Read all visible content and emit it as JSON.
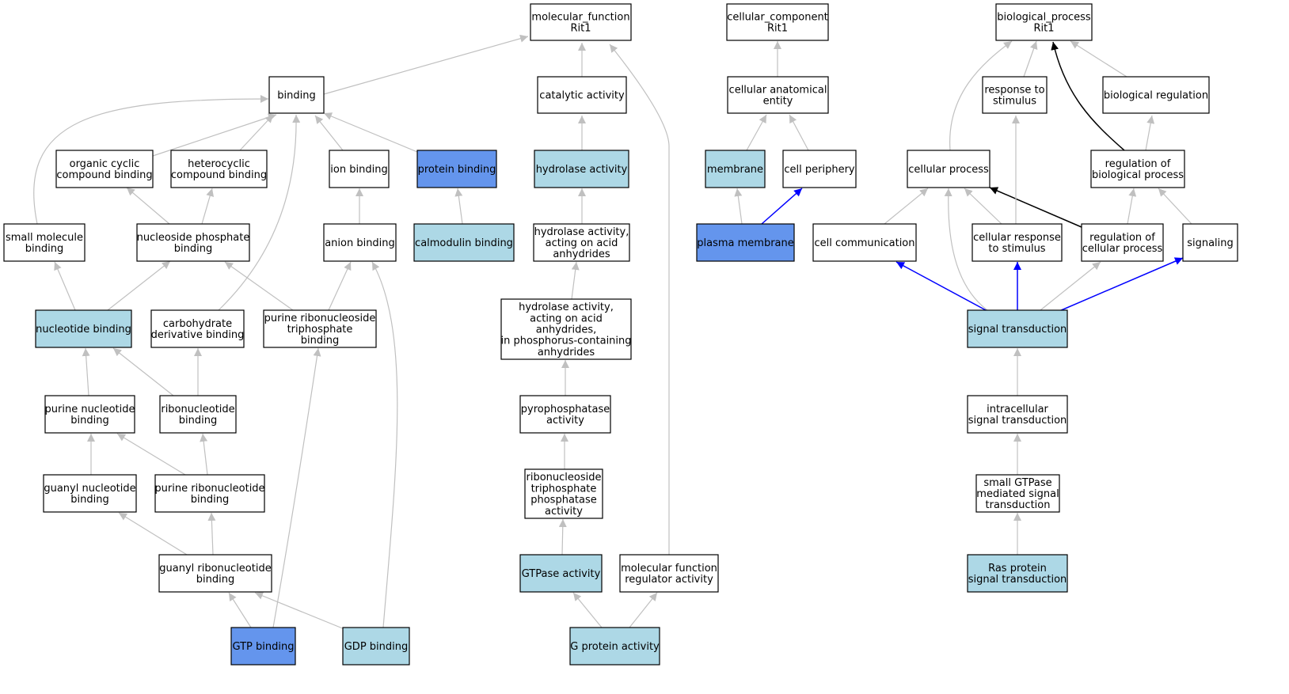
{
  "colors": {
    "white": "#ffffff",
    "light": "#add8e6",
    "strong": "#6495ed",
    "edge_gray": "#c0c0c0",
    "edge_blue": "#0000ff",
    "edge_black": "#000000"
  },
  "nodes": [
    {
      "id": "mf_root",
      "lines": [
        "molecular_function",
        "Rit1"
      ],
      "fill": "white"
    },
    {
      "id": "binding",
      "lines": [
        "binding"
      ],
      "fill": "white"
    },
    {
      "id": "catalytic",
      "lines": [
        "catalytic activity"
      ],
      "fill": "white"
    },
    {
      "id": "organic_cyclic",
      "lines": [
        "organic cyclic",
        "compound binding"
      ],
      "fill": "white"
    },
    {
      "id": "heterocyclic",
      "lines": [
        "heterocyclic",
        "compound binding"
      ],
      "fill": "white"
    },
    {
      "id": "ion_binding",
      "lines": [
        "ion binding"
      ],
      "fill": "white"
    },
    {
      "id": "protein_binding",
      "lines": [
        "protein binding"
      ],
      "fill": "strong"
    },
    {
      "id": "hydrolase",
      "lines": [
        "hydrolase activity"
      ],
      "fill": "light"
    },
    {
      "id": "small_molecule",
      "lines": [
        "small molecule",
        "binding"
      ],
      "fill": "white"
    },
    {
      "id": "nucleoside_phosphate",
      "lines": [
        "nucleoside phosphate",
        "binding"
      ],
      "fill": "white"
    },
    {
      "id": "anion_binding",
      "lines": [
        "anion binding"
      ],
      "fill": "white"
    },
    {
      "id": "calmodulin",
      "lines": [
        "calmodulin binding"
      ],
      "fill": "light"
    },
    {
      "id": "hydrolase_acid",
      "lines": [
        "hydrolase activity,",
        "acting on acid",
        "anhydrides"
      ],
      "fill": "white"
    },
    {
      "id": "nucleotide_binding",
      "lines": [
        "nucleotide binding"
      ],
      "fill": "light"
    },
    {
      "id": "carbohydrate",
      "lines": [
        "carbohydrate",
        "derivative binding"
      ],
      "fill": "white"
    },
    {
      "id": "purine_rntp",
      "lines": [
        "purine ribonucleoside",
        "triphosphate",
        "binding"
      ],
      "fill": "white"
    },
    {
      "id": "hydrolase_phos",
      "lines": [
        "hydrolase activity,",
        "acting on acid",
        "anhydrides,",
        "in phosphorus-containing",
        "anhydrides"
      ],
      "fill": "white"
    },
    {
      "id": "purine_nucleotide",
      "lines": [
        "purine nucleotide",
        "binding"
      ],
      "fill": "white"
    },
    {
      "id": "ribonucleotide",
      "lines": [
        "ribonucleotide",
        "binding"
      ],
      "fill": "white"
    },
    {
      "id": "pyrophosphatase",
      "lines": [
        "pyrophosphatase",
        "activity"
      ],
      "fill": "white"
    },
    {
      "id": "guanyl_nucleotide",
      "lines": [
        "guanyl nucleotide",
        "binding"
      ],
      "fill": "white"
    },
    {
      "id": "purine_ribonucleotide",
      "lines": [
        "purine ribonucleotide",
        "binding"
      ],
      "fill": "white"
    },
    {
      "id": "rntp_phosphatase",
      "lines": [
        "ribonucleoside",
        "triphosphate",
        "phosphatase",
        "activity"
      ],
      "fill": "white"
    },
    {
      "id": "guanyl_ribonucleotide",
      "lines": [
        "guanyl ribonucleotide",
        "binding"
      ],
      "fill": "white"
    },
    {
      "id": "gtpase",
      "lines": [
        "GTPase activity"
      ],
      "fill": "light"
    },
    {
      "id": "mf_regulator",
      "lines": [
        "molecular function",
        "regulator activity"
      ],
      "fill": "white"
    },
    {
      "id": "gtp_binding",
      "lines": [
        "GTP binding"
      ],
      "fill": "strong"
    },
    {
      "id": "gdp_binding",
      "lines": [
        "GDP binding"
      ],
      "fill": "light"
    },
    {
      "id": "g_protein",
      "lines": [
        "G protein activity"
      ],
      "fill": "light"
    },
    {
      "id": "cc_root",
      "lines": [
        "cellular_component",
        "Rit1"
      ],
      "fill": "white"
    },
    {
      "id": "cae",
      "lines": [
        "cellular anatomical",
        "entity"
      ],
      "fill": "white"
    },
    {
      "id": "membrane",
      "lines": [
        "membrane"
      ],
      "fill": "light"
    },
    {
      "id": "cell_periphery",
      "lines": [
        "cell periphery"
      ],
      "fill": "white"
    },
    {
      "id": "plasma_membrane",
      "lines": [
        "plasma membrane"
      ],
      "fill": "strong"
    },
    {
      "id": "bp_root",
      "lines": [
        "biological_process",
        "Rit1"
      ],
      "fill": "white"
    },
    {
      "id": "response_stimulus",
      "lines": [
        "response to",
        "stimulus"
      ],
      "fill": "white"
    },
    {
      "id": "bio_regulation",
      "lines": [
        "biological regulation"
      ],
      "fill": "white"
    },
    {
      "id": "cellular_process",
      "lines": [
        "cellular process"
      ],
      "fill": "white"
    },
    {
      "id": "reg_bio_process",
      "lines": [
        "regulation of",
        "biological process"
      ],
      "fill": "white"
    },
    {
      "id": "cell_communication",
      "lines": [
        "cell communication"
      ],
      "fill": "white"
    },
    {
      "id": "cellular_response",
      "lines": [
        "cellular response",
        "to stimulus"
      ],
      "fill": "white"
    },
    {
      "id": "reg_cell_process",
      "lines": [
        "regulation of",
        "cellular process"
      ],
      "fill": "white"
    },
    {
      "id": "signaling",
      "lines": [
        "signaling"
      ],
      "fill": "white"
    },
    {
      "id": "signal_transduction",
      "lines": [
        "signal transduction"
      ],
      "fill": "light"
    },
    {
      "id": "intracellular",
      "lines": [
        "intracellular",
        "signal transduction"
      ],
      "fill": "white"
    },
    {
      "id": "small_gtpase",
      "lines": [
        "small GTPase",
        "mediated signal",
        "transduction"
      ],
      "fill": "white"
    },
    {
      "id": "ras_protein",
      "lines": [
        "Ras protein",
        "signal transduction"
      ],
      "fill": "light"
    }
  ],
  "edges": [
    {
      "from": "binding",
      "to": "mf_root",
      "color": "gray"
    },
    {
      "from": "catalytic",
      "to": "mf_root",
      "color": "gray"
    },
    {
      "from": "mf_regulator",
      "to": "mf_root",
      "color": "gray"
    },
    {
      "from": "organic_cyclic",
      "to": "binding",
      "color": "gray"
    },
    {
      "from": "heterocyclic",
      "to": "binding",
      "color": "gray"
    },
    {
      "from": "ion_binding",
      "to": "binding",
      "color": "gray"
    },
    {
      "from": "protein_binding",
      "to": "binding",
      "color": "gray"
    },
    {
      "from": "small_molecule",
      "to": "binding",
      "color": "gray"
    },
    {
      "from": "carbohydrate",
      "to": "binding",
      "color": "gray"
    },
    {
      "from": "hydrolase",
      "to": "catalytic",
      "color": "gray"
    },
    {
      "from": "nucleoside_phosphate",
      "to": "organic_cyclic",
      "color": "gray"
    },
    {
      "from": "nucleoside_phosphate",
      "to": "heterocyclic",
      "color": "gray"
    },
    {
      "from": "anion_binding",
      "to": "ion_binding",
      "color": "gray"
    },
    {
      "from": "calmodulin",
      "to": "protein_binding",
      "color": "gray"
    },
    {
      "from": "hydrolase_acid",
      "to": "hydrolase",
      "color": "gray"
    },
    {
      "from": "nucleotide_binding",
      "to": "small_molecule",
      "color": "gray"
    },
    {
      "from": "nucleotide_binding",
      "to": "nucleoside_phosphate",
      "color": "gray"
    },
    {
      "from": "purine_rntp",
      "to": "nucleoside_phosphate",
      "color": "gray"
    },
    {
      "from": "purine_rntp",
      "to": "anion_binding",
      "color": "gray"
    },
    {
      "from": "gdp_binding",
      "to": "anion_binding",
      "color": "gray"
    },
    {
      "from": "hydrolase_phos",
      "to": "hydrolase_acid",
      "color": "gray"
    },
    {
      "from": "purine_nucleotide",
      "to": "nucleotide_binding",
      "color": "gray"
    },
    {
      "from": "ribonucleotide",
      "to": "nucleotide_binding",
      "color": "gray"
    },
    {
      "from": "ribonucleotide",
      "to": "carbohydrate",
      "color": "gray"
    },
    {
      "from": "pyrophosphatase",
      "to": "hydrolase_phos",
      "color": "gray"
    },
    {
      "from": "guanyl_nucleotide",
      "to": "purine_nucleotide",
      "color": "gray"
    },
    {
      "from": "purine_ribonucleotide",
      "to": "purine_nucleotide",
      "color": "gray"
    },
    {
      "from": "purine_ribonucleotide",
      "to": "ribonucleotide",
      "color": "gray"
    },
    {
      "from": "rntp_phosphatase",
      "to": "pyrophosphatase",
      "color": "gray"
    },
    {
      "from": "guanyl_ribonucleotide",
      "to": "guanyl_nucleotide",
      "color": "gray"
    },
    {
      "from": "guanyl_ribonucleotide",
      "to": "purine_ribonucleotide",
      "color": "gray"
    },
    {
      "from": "gtpase",
      "to": "rntp_phosphatase",
      "color": "gray"
    },
    {
      "from": "gtp_binding",
      "to": "guanyl_ribonucleotide",
      "color": "gray"
    },
    {
      "from": "gdp_binding",
      "to": "guanyl_ribonucleotide",
      "color": "gray"
    },
    {
      "from": "gtp_binding",
      "to": "purine_rntp",
      "color": "gray"
    },
    {
      "from": "g_protein",
      "to": "gtpase",
      "color": "gray"
    },
    {
      "from": "g_protein",
      "to": "mf_regulator",
      "color": "gray"
    },
    {
      "from": "cae",
      "to": "cc_root",
      "color": "gray"
    },
    {
      "from": "membrane",
      "to": "cae",
      "color": "gray"
    },
    {
      "from": "cell_periphery",
      "to": "cae",
      "color": "gray"
    },
    {
      "from": "plasma_membrane",
      "to": "membrane",
      "color": "gray"
    },
    {
      "from": "plasma_membrane",
      "to": "cell_periphery",
      "color": "blue"
    },
    {
      "from": "response_stimulus",
      "to": "bp_root",
      "color": "gray"
    },
    {
      "from": "bio_regulation",
      "to": "bp_root",
      "color": "gray"
    },
    {
      "from": "cellular_process",
      "to": "bp_root",
      "color": "gray"
    },
    {
      "from": "reg_bio_process",
      "to": "bp_root",
      "color": "black"
    },
    {
      "from": "reg_bio_process",
      "to": "bio_regulation",
      "color": "gray"
    },
    {
      "from": "cell_communication",
      "to": "cellular_process",
      "color": "gray"
    },
    {
      "from": "cellular_response",
      "to": "cellular_process",
      "color": "gray"
    },
    {
      "from": "reg_cell_process",
      "to": "cellular_process",
      "color": "black"
    },
    {
      "from": "signal_transduction",
      "to": "cellular_process",
      "color": "gray"
    },
    {
      "from": "cellular_response",
      "to": "response_stimulus",
      "color": "gray"
    },
    {
      "from": "reg_cell_process",
      "to": "reg_bio_process",
      "color": "gray"
    },
    {
      "from": "signaling",
      "to": "reg_bio_process",
      "color": "gray"
    },
    {
      "from": "signal_transduction",
      "to": "cell_communication",
      "color": "blue"
    },
    {
      "from": "signal_transduction",
      "to": "cellular_response",
      "color": "blue"
    },
    {
      "from": "signal_transduction",
      "to": "reg_cell_process",
      "color": "gray"
    },
    {
      "from": "signal_transduction",
      "to": "signaling",
      "color": "blue"
    },
    {
      "from": "intracellular",
      "to": "signal_transduction",
      "color": "gray"
    },
    {
      "from": "small_gtpase",
      "to": "intracellular",
      "color": "gray"
    },
    {
      "from": "ras_protein",
      "to": "small_gtpase",
      "color": "gray"
    }
  ]
}
